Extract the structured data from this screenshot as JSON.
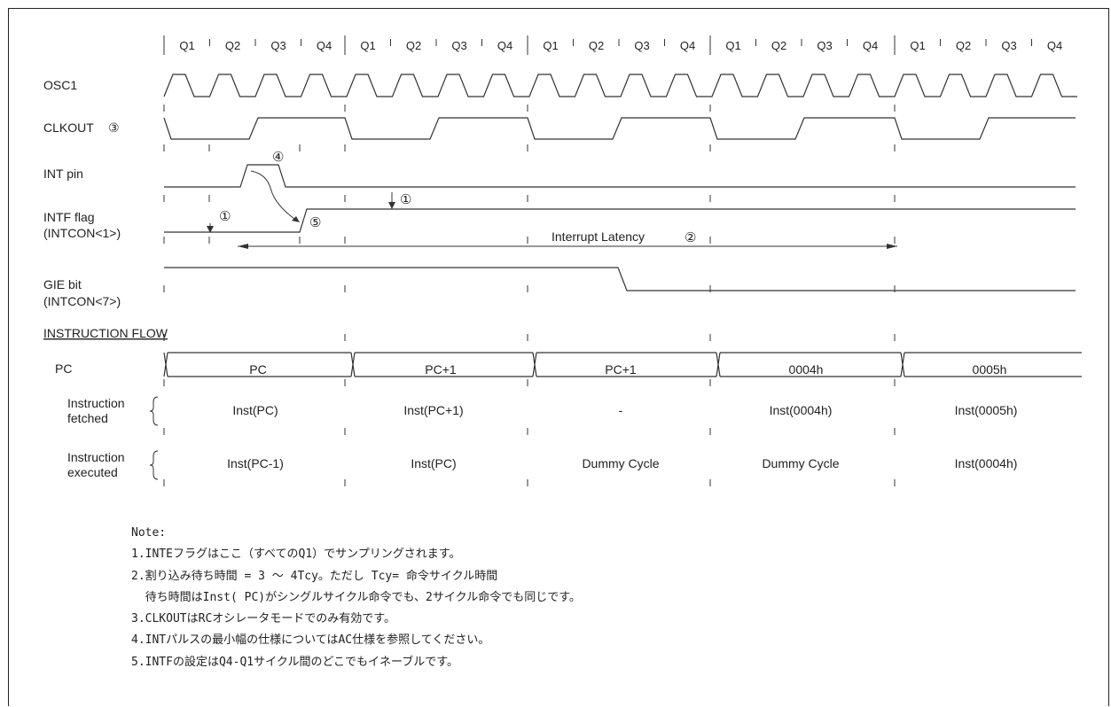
{
  "phases": [
    "Q1",
    "Q2",
    "Q3",
    "Q4"
  ],
  "signals": {
    "osc1": "OSC1",
    "clkout": "CLKOUT",
    "int_pin": "INT pin",
    "intf_flag": [
      "INTF flag",
      "(INTCON<1>)"
    ],
    "gie_bit": [
      "GIE bit",
      "(INTCON<7>)"
    ]
  },
  "markers": {
    "m1": "①",
    "m2": "②",
    "m3": "③",
    "m4": "④",
    "m5": "⑤"
  },
  "interrupt_latency": "Interrupt Latency",
  "instruction_flow": {
    "title": "INSTRUCTION FLOW",
    "pc_label": "PC",
    "pc_values": [
      "PC",
      "PC+1",
      "PC+1",
      "0004h",
      "0005h"
    ],
    "fetched_label": [
      "Instruction",
      "fetched"
    ],
    "fetched": [
      "Inst(PC)",
      "Inst(PC+1)",
      "-",
      "Inst(0004h)",
      "Inst(0005h)"
    ],
    "executed_label": [
      "Instruction",
      "executed"
    ],
    "executed": [
      "Inst(PC-1)",
      "Inst(PC)",
      "Dummy Cycle",
      "Dummy Cycle",
      "Inst(0004h)"
    ]
  },
  "notes": [
    "Note:",
    "1.INTEフラグはここ（すべてのQ1）でサンプリングされます。",
    "2.割り込み待ち時間 = 3 ～ 4Tcy。ただし Tcy= 命令サイクル時間",
    "  待ち時間はInst( PC)がシングルサイクル命令でも、2サイクル命令でも同じです。",
    "3.CLKOUTはRCオシレータモードでのみ有効です。",
    "4.INTパルスの最小幅の仕様についてはAC仕様を参照してください。",
    "5.INTFの設定はQ4-Q1サイクル間のどこでもイネーブルです。"
  ]
}
